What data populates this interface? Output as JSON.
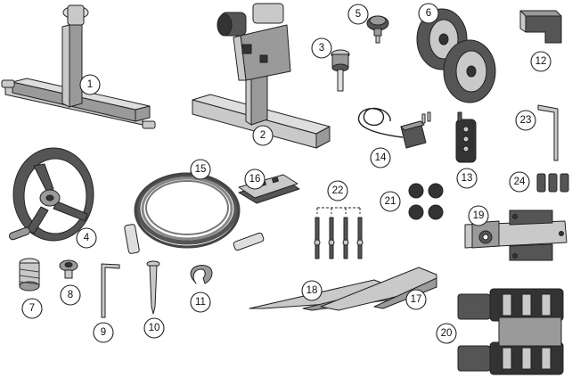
{
  "diagram": {
    "parts": [
      {
        "n": "1",
        "icon": "reel-stand-icon"
      },
      {
        "n": "2",
        "icon": "motor-stand-icon"
      },
      {
        "n": "3",
        "icon": "bushing-pin-icon"
      },
      {
        "n": "4",
        "icon": "crank-wheel-icon"
      },
      {
        "n": "5",
        "icon": "knob-screw-icon"
      },
      {
        "n": "6",
        "icon": "wheels-icon"
      },
      {
        "n": "7",
        "icon": "set-screw-icon"
      },
      {
        "n": "8",
        "icon": "button-head-screw-icon"
      },
      {
        "n": "9",
        "icon": "hex-key-icon"
      },
      {
        "n": "10",
        "icon": "wood-screw-icon"
      },
      {
        "n": "11",
        "icon": "circlip-icon"
      },
      {
        "n": "12",
        "icon": "end-cap-icon"
      },
      {
        "n": "13",
        "icon": "remote-control-icon"
      },
      {
        "n": "14",
        "icon": "power-adapter-icon"
      },
      {
        "n": "15",
        "icon": "cable-coil-icon"
      },
      {
        "n": "16",
        "icon": "wall-bracket-icon"
      },
      {
        "n": "17",
        "icon": "tube-section-icon"
      },
      {
        "n": "18",
        "icon": "tube-section-icon"
      },
      {
        "n": "19",
        "icon": "mounting-plate-icon"
      },
      {
        "n": "20",
        "icon": "straps-frame-icon"
      },
      {
        "n": "21",
        "icon": "rubber-feet-icon"
      },
      {
        "n": "22",
        "icon": "anchor-bolts-icon"
      },
      {
        "n": "23",
        "icon": "hex-key-icon"
      },
      {
        "n": "24",
        "icon": "set-screws-icon"
      }
    ]
  }
}
